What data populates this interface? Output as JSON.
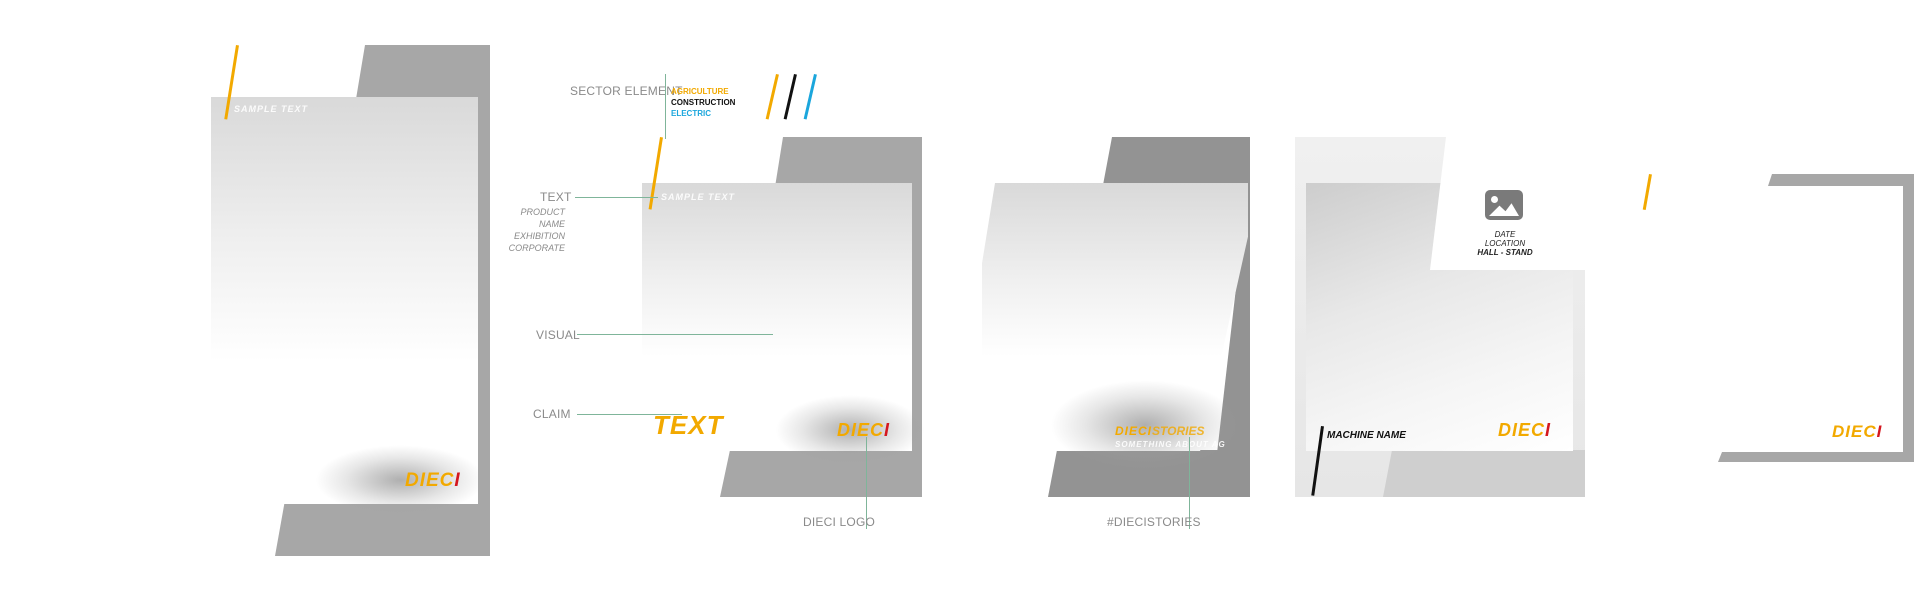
{
  "colors": {
    "agriculture": "#f2a900",
    "construction": "#111111",
    "electric": "#1ba6dc",
    "brand_yellow": "#f2a900",
    "brand_red": "#d4171f",
    "grey": "#a7a7a7"
  },
  "panel1": {
    "sample_text": "SAMPLE TEXT",
    "logo": "DIECI"
  },
  "guide": {
    "sector_element_label": "SECTOR ELEMENT",
    "sectors": [
      "AGRICULTURE",
      "CONSTRUCTION",
      "ELECTRIC"
    ],
    "text_label": "TEXT",
    "text_sub": [
      "PRODUCT NAME",
      "EXHIBITION",
      "CORPORATE"
    ],
    "visual_label": "VISUAL",
    "claim_label": "CLAIM",
    "claim_text": "TEXT",
    "sample_text": "SAMPLE TEXT",
    "logo": "DIECI",
    "logo_label": "DIECI LOGO"
  },
  "panel3": {
    "stories_brand": "DIECI",
    "stories_word": "STORIES",
    "stories_line2": "SOMETHING ABOUT AG",
    "hashtag_label": "#DIECISTORIES"
  },
  "panel4": {
    "image_icon": "image-icon",
    "date": "DATE",
    "location": "LOCATION",
    "hall_stand": "HALL - STAND",
    "machine_name": "MACHINE NAME",
    "logo": "DIECI"
  },
  "panel5": {
    "logo": "DIECI"
  }
}
